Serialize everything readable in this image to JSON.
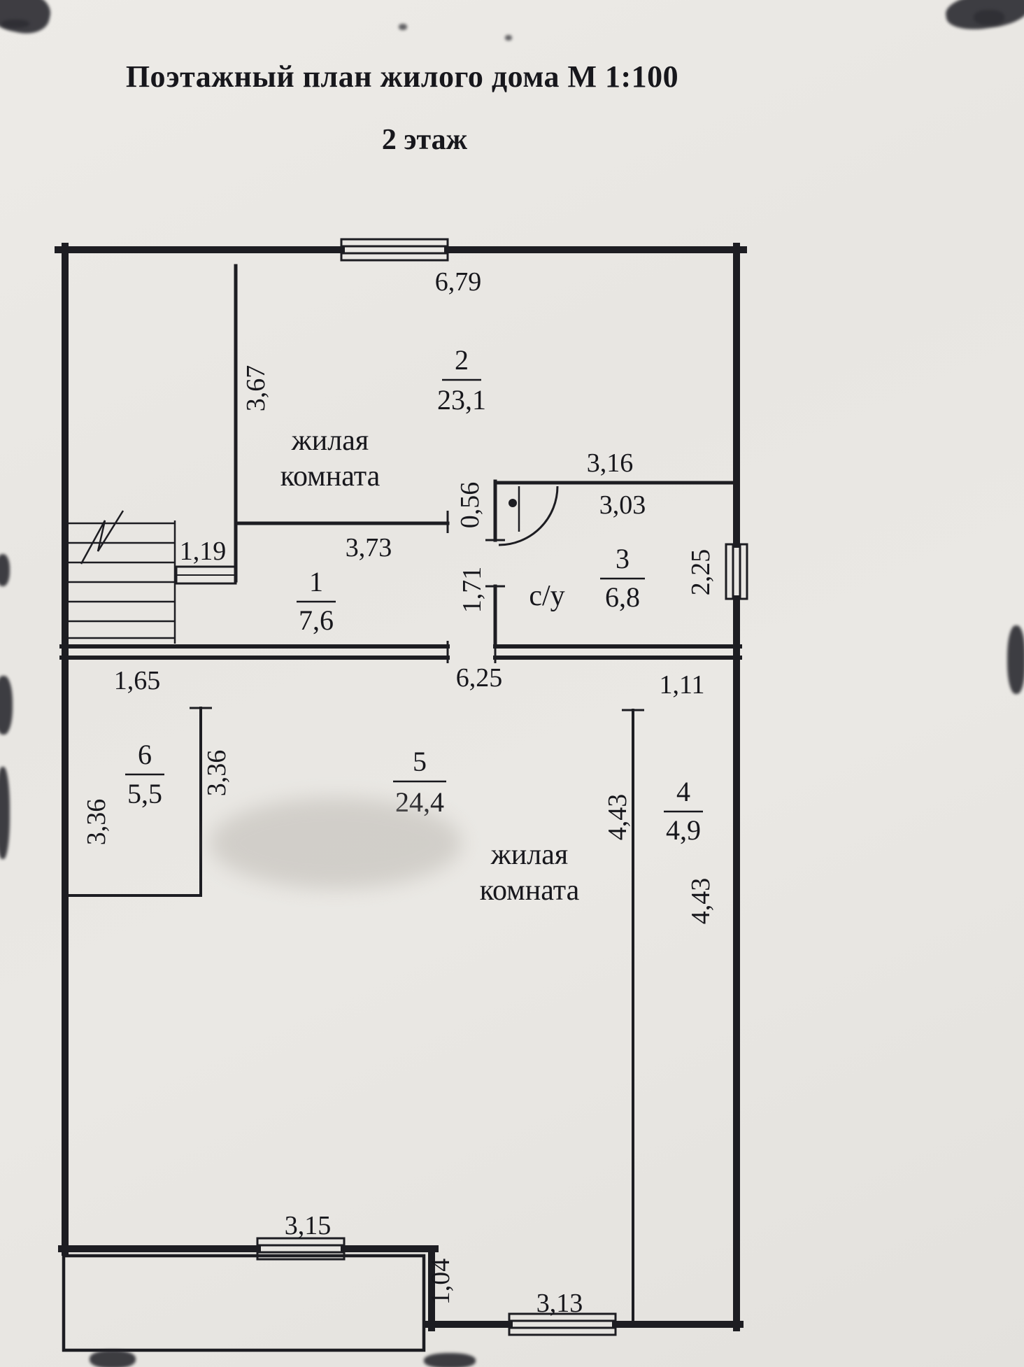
{
  "page": {
    "title": "Поэтажный план жилого дома М 1:100",
    "floor_label": "2 этаж"
  },
  "rooms": {
    "r1": {
      "number": "1",
      "area": "7,6"
    },
    "r2": {
      "number": "2",
      "area": "23,1",
      "name_line1": "жилая",
      "name_line2": "комната"
    },
    "r3": {
      "number": "3",
      "area": "6,8",
      "name": "с/у"
    },
    "r4": {
      "number": "4",
      "area": "4,9"
    },
    "r5": {
      "number": "5",
      "area": "24,4",
      "name_line1": "жилая",
      "name_line2": "комната"
    },
    "r6": {
      "number": "6",
      "area": "5,5"
    }
  },
  "dims": {
    "top_width": "6,79",
    "room2_height": "3,67",
    "stairs_width": "1,19",
    "room1_width": "3,73",
    "bath_wall_upper": "0,56",
    "room1_height": "1,71",
    "bath_width_outer": "3,16",
    "bath_width_inner": "3,03",
    "bath_height": "2,25",
    "room6_width": "1,65",
    "room5_width": "6,25",
    "room4_width": "1,11",
    "room6_height": "3,36",
    "room6_wall_height": "3,36",
    "room4_wall_left": "4,43",
    "room4_wall_right": "4,43",
    "window_bottom_left": "3,15",
    "step_wall": "1,04",
    "window_bottom_right": "3,13"
  }
}
